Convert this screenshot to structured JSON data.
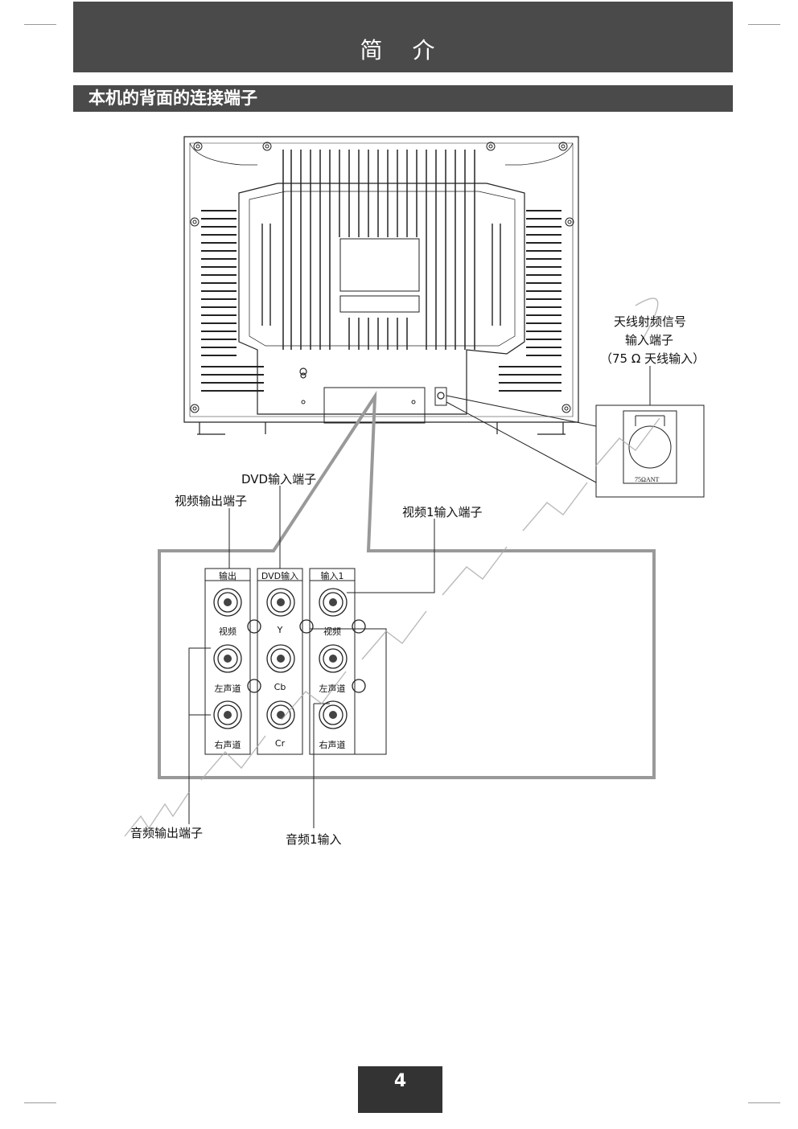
{
  "header": {
    "title": "简 介"
  },
  "section": {
    "heading": "本机的背面的连接端子"
  },
  "callouts": {
    "antenna_line1": "天线射频信号",
    "antenna_line2": "输入端子",
    "antenna_line3": "（75 Ω  天线输入）",
    "antenna_jack_label": "75ΩANT",
    "dvd_input": "DVD输入端子",
    "video_out": "视频输出端子",
    "video1_input": "视频1输入端子",
    "audio_out": "音频输出端子",
    "audio1_input": "音频1输入"
  },
  "panel": {
    "col_output": "输出",
    "col_dvd": "DVD输入",
    "col_input1": "输入1",
    "out_video": "视频",
    "out_left": "左声道",
    "out_right": "右声道",
    "dvd_y": "Y",
    "dvd_cb": "Cb",
    "dvd_cr": "Cr",
    "in_video": "视频",
    "in_left": "左声道",
    "in_right": "右声道"
  },
  "footer": {
    "page_number": "4"
  }
}
